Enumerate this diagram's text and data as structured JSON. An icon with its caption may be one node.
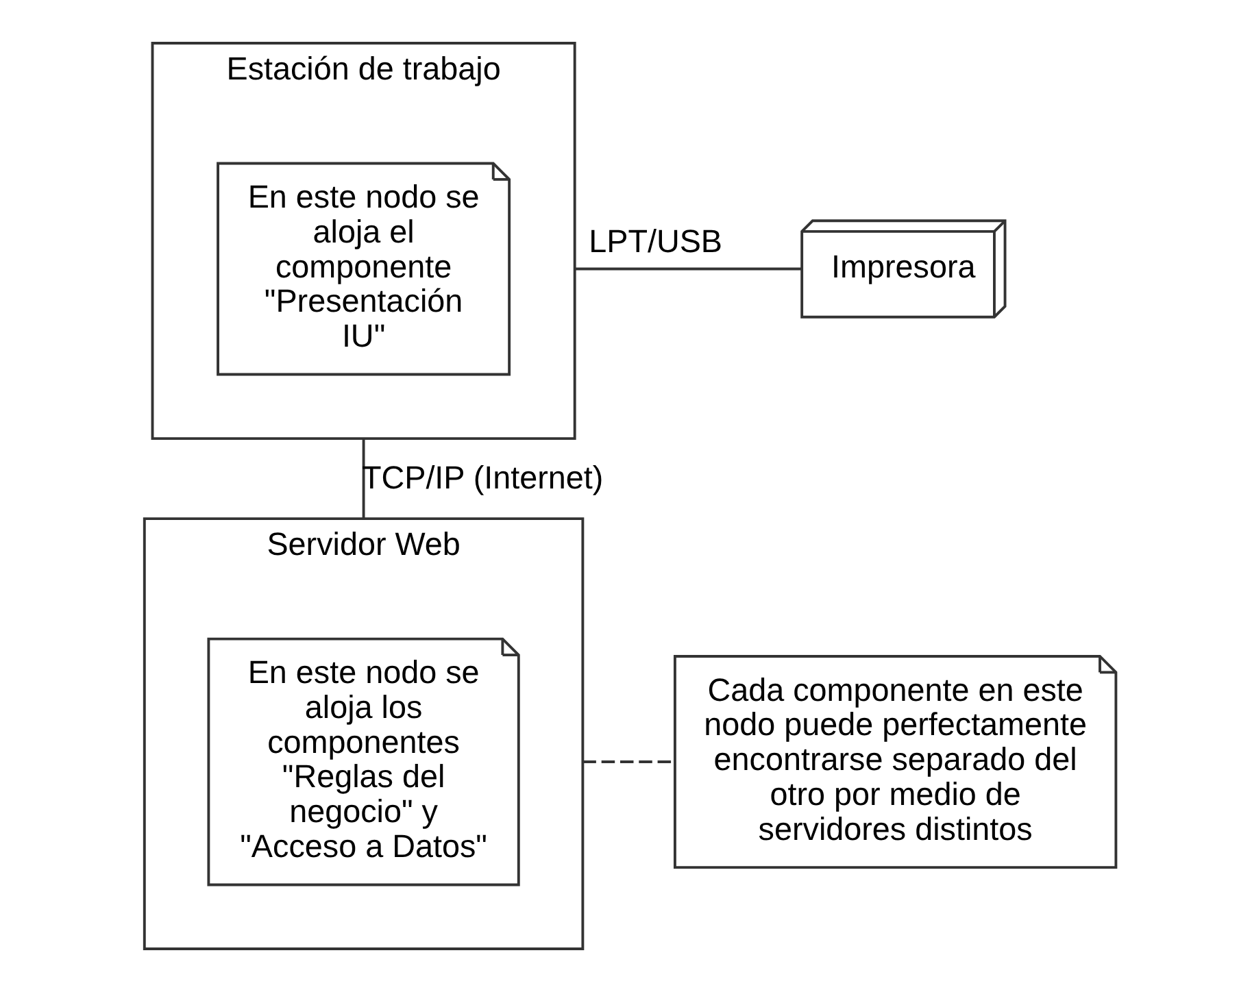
{
  "diagram": {
    "nodes": [
      {
        "text": [
          "Estación de trabajo"
        ]
      },
      {
        "text": [
          "En este nodo se aloja el componente \"Presentación IU\""
        ],
        "in": 0
      },
      {
        "text": [
          "Impresora"
        ]
      },
      {
        "text": [
          "Servidor Web"
        ]
      },
      {
        "text": [
          "En este nodo se aloja los componentes \"Reglas del negocio\" y \"Acceso a Datos\""
        ],
        "in": 3
      },
      {
        "text": [
          "Cada componente en este nodo puede perfectamente encontrarse separado del otro por medio de servidores distintos"
        ]
      }
    ],
    "edges": [
      {
        "from": 0,
        "to": 2,
        "arrow": "none",
        "label": "LPT/USB"
      },
      {
        "from": 0,
        "to": 3,
        "arrow": "none",
        "label": "TCP/IP (Internet)"
      },
      {
        "from": 3,
        "to": 5,
        "arrow": "none",
        "style": "dashed"
      }
    ]
  }
}
